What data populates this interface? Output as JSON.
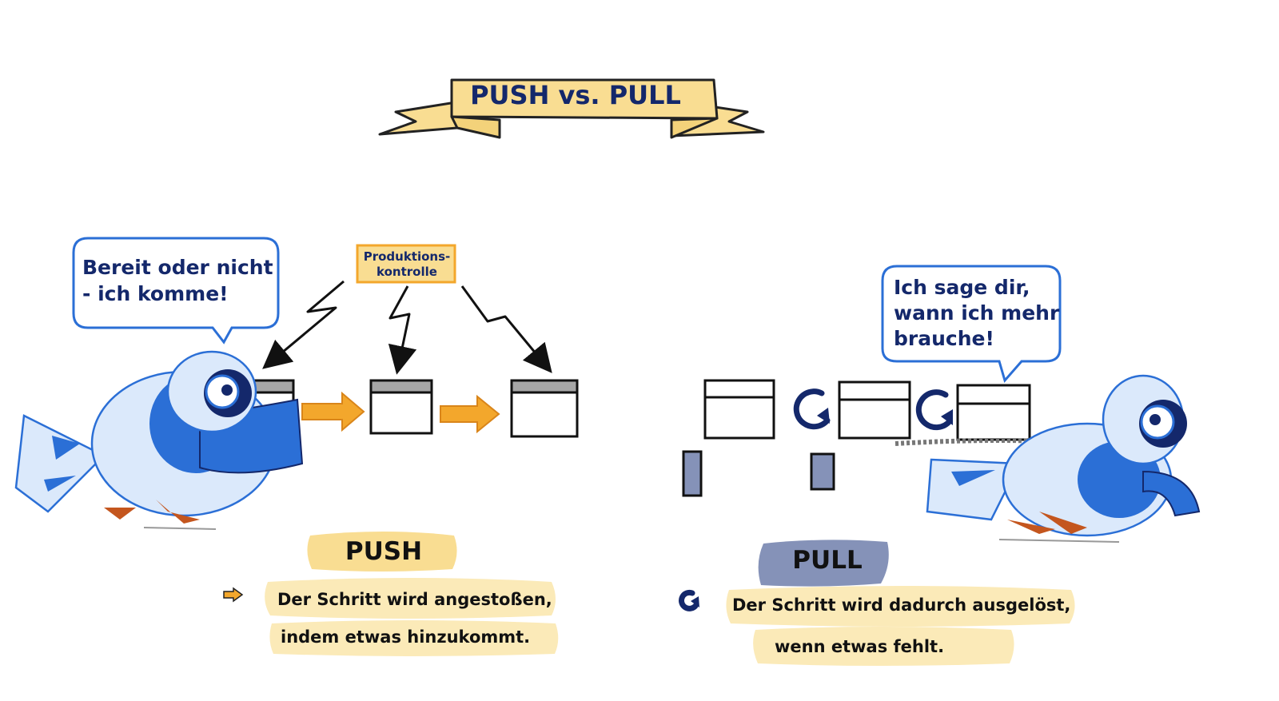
{
  "title": "PUSH vs. PULL",
  "bubbles": {
    "left": "Bereit oder nicht\n- ich komme!",
    "right": "Ich sage dir,\nwann ich mehr\nbrauche!"
  },
  "production_control": "Produktions-\nkontrolle",
  "push": {
    "label": "PUSH",
    "description_line1": "Der Schritt wird angestoßen,",
    "description_line2": "indem etwas hinzukommt."
  },
  "pull": {
    "label": "PULL",
    "description_line1": "Der Schritt wird dadurch ausgelöst,",
    "description_line2": "wenn etwas fehlt."
  },
  "colors": {
    "navy": "#14286b",
    "blue": "#2b6fd6",
    "light_blue": "#dbe9fb",
    "yellow": "#f9dd92",
    "orange": "#f3a72c",
    "slate": "#8592b8",
    "feet": "#c4561e"
  }
}
